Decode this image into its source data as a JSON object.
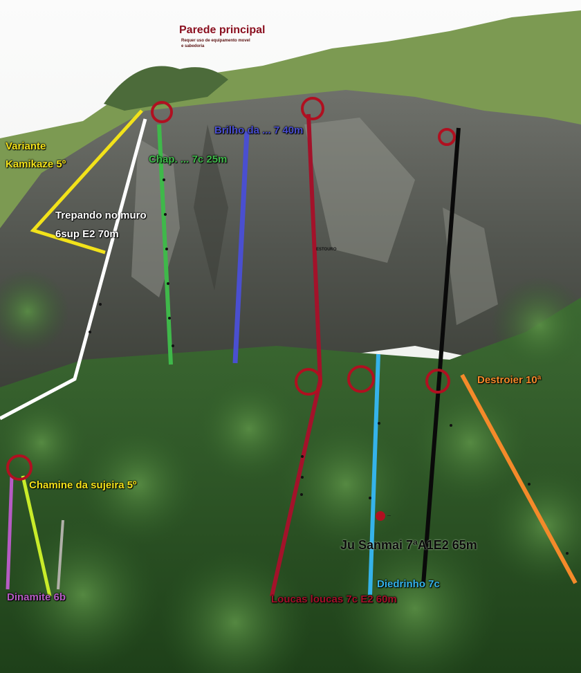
{
  "title": "Parede principal",
  "subtitle_line1": "Requer uso de equipamento movel",
  "subtitle_line2": "e sabedoria",
  "routes": {
    "variante": "Variante",
    "variante_grade": "Kamikaze 5º",
    "trepando_line1": "Trepando no muro",
    "trepando_line2": "6sup E2  70m",
    "green_route": "Chap. ... 7c 25m",
    "blue_route": "Brilho da ... 7 40m",
    "estouro": "ESTOURO",
    "destroier": "Destroier 10ª",
    "chamine": "Chamine da sujeira 5º",
    "dinamite": "Dinamite 6b",
    "ju_sanmai": "Ju Sanmai 7ªA1E2 65m",
    "small_note": "...",
    "diedrinho": "Diedrinho 7c",
    "red_route": "Loucas loucas 7c E2 60m"
  },
  "colors": {
    "yellow": "#f2e21a",
    "white": "#ffffff",
    "green": "#3fb84a",
    "blue": "#4a4fd0",
    "darkred": "#a3122a",
    "cyan": "#35b3ea",
    "black": "#0a0a0a",
    "orange": "#f48a2a",
    "lime": "#c9ec2a",
    "purple": "#b65cc4",
    "title_red": "#8b1020",
    "anchor": "#b01020"
  }
}
